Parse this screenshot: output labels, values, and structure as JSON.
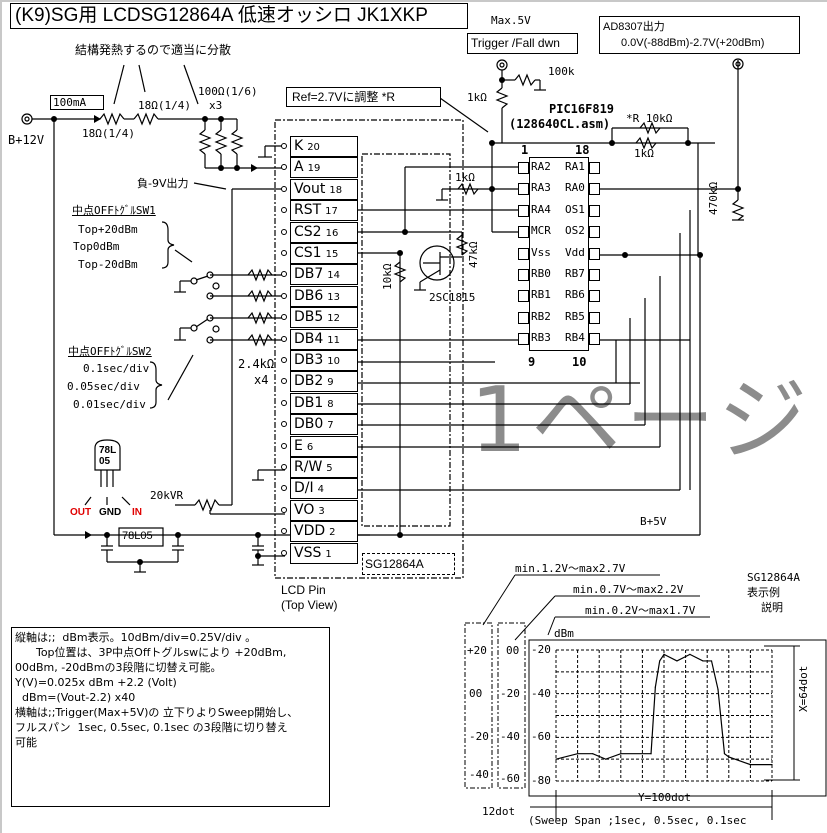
{
  "title": "(K9)SG用  LCDSG12864A 低速オッシロ  JK1XKP",
  "power": {
    "supply_label": "B+12V",
    "current_label": "100mA",
    "heat_note": "結構発熱するので適当に分散",
    "r1_label": "18Ω(1/4)",
    "r2_label": "18Ω(1/4)",
    "r3_label": "100Ω(1/6)",
    "r3_count": "x3",
    "neg_output": "負-9V出力",
    "b5v_label": "B+5V",
    "regulator": "78L05"
  },
  "trigger": {
    "max_label": "Max.5V",
    "box_label": "Trigger /Fall dwn",
    "r_pull": "100k",
    "r_series": "1kΩ"
  },
  "ad8307": {
    "line1": "AD8307出力",
    "line2": "0.0V(-88dBm)-2.7V(+20dBm)",
    "r_load": "470kΩ"
  },
  "ref_note": "Ref=2.7Vに調整 *R",
  "pic": {
    "name": "PIC16F819",
    "asm": "(128640CL.asm)",
    "pin_first": "1",
    "pin_last": "18",
    "pin_9": "9",
    "pin_10": "10",
    "left_pins": [
      "RA2",
      "RA3",
      "RA4",
      "MCR",
      "Vss",
      "RB0",
      "RB1",
      "RB2",
      "RB3"
    ],
    "right_pins": [
      "RA1",
      "RA0",
      "OS1",
      "OS2",
      "Vdd",
      "RB7",
      "RB6",
      "RB5",
      "RB4"
    ],
    "r_star": "*R 10kΩ",
    "r_fixed": "1kΩ",
    "r_ra3": "1kΩ"
  },
  "transistor": {
    "name": "2SC1815",
    "r_base": "10kΩ",
    "r_col": "47kΩ"
  },
  "sw1": {
    "title": "中点OFFﾄｸﾞﾙSW1",
    "options": [
      "Top+20dBm",
      "Top0dBm",
      "Top-20dBm"
    ]
  },
  "sw2": {
    "title": "中点OFFﾄｸﾞﾙSW2",
    "options": [
      "0.1sec/div",
      "0.05sec/div",
      "0.01sec/div"
    ],
    "r_label": "2.4kΩ",
    "r_count": "x4"
  },
  "vr": "20kVR",
  "reg_pkg": {
    "line1": "78L",
    "line2": "05",
    "out": "OUT",
    "gnd": "GND",
    "in": "IN"
  },
  "lcd": {
    "module": "SG12864A",
    "caption1": "LCD Pin",
    "caption2": "(Top View)",
    "pins": [
      {
        "name": "K",
        "num": "20"
      },
      {
        "name": "A",
        "num": "19"
      },
      {
        "name": "Vout",
        "num": "18"
      },
      {
        "name": "RST",
        "num": "17"
      },
      {
        "name": "CS2",
        "num": "16"
      },
      {
        "name": "CS1",
        "num": "15"
      },
      {
        "name": "DB7",
        "num": "14"
      },
      {
        "name": "DB6",
        "num": "13"
      },
      {
        "name": "DB5",
        "num": "12"
      },
      {
        "name": "DB4",
        "num": "11"
      },
      {
        "name": "DB3",
        "num": "10"
      },
      {
        "name": "DB2",
        "num": "9"
      },
      {
        "name": "DB1",
        "num": "8"
      },
      {
        "name": "DB0",
        "num": "7"
      },
      {
        "name": "E",
        "num": "6"
      },
      {
        "name": "R/W",
        "num": "5"
      },
      {
        "name": "D/I",
        "num": "4"
      },
      {
        "name": "VO",
        "num": "3"
      },
      {
        "name": "VDD",
        "num": "2"
      },
      {
        "name": "VSS",
        "num": "1"
      }
    ]
  },
  "notes": [
    "縦軸は;;  dBm表示。10dBm/div=0.25V/div 。",
    "      Top位置は、3P中点Offトグルswにより +20dBm,",
    "00dBm, -20dBmの3段階に切替え可能。",
    "",
    "Y(V)=0.025x dBm +2.2 (Volt)",
    "  dBm=(Vout-2.2) x40",
    "",
    "横軸は;;Trigger(Max+5V)の 立下りよりSweep開始し、",
    "フルスパン  1sec, 0.5sec, 0.1sec の3段階に切り替え",
    "可能"
  ],
  "watermark": "1ページ",
  "display_example": {
    "title": [
      "SG12864A",
      "表示例",
      "説明"
    ],
    "range_notes": [
      "min.1.2V～max2.7V",
      "min.0.7V～max2.2V",
      "min.0.2V～max1.7V"
    ],
    "scale_a": [
      "+20",
      "00",
      "-20",
      "-40"
    ],
    "scale_b": [
      "00",
      "-20",
      "-40",
      "-60"
    ],
    "x_dim": "X=64dot",
    "y_dim": "Y=100dot",
    "left_dim": "12dot",
    "sweep": "(Sweep Span ;1sec, 0.5sec, 0.1sec"
  },
  "chart_data": {
    "type": "line",
    "title": "",
    "ylabel": "dBm",
    "xlabel": "",
    "ylim": [
      -80,
      -20
    ],
    "xlim": [
      0,
      10
    ],
    "yticks": [
      -20,
      -40,
      -60,
      -80
    ],
    "ytick_labels": [
      "-20",
      "-40",
      "-60",
      "-80"
    ],
    "grid": true,
    "x": [
      0,
      1,
      1.7,
      2.3,
      3,
      4.4,
      4.6,
      4.8,
      5,
      5.6,
      6.2,
      6.8,
      7.2,
      7.5,
      7.8,
      8,
      9,
      10
    ],
    "values": [
      -70,
      -67.5,
      -67.5,
      -70,
      -67.5,
      -67.5,
      -37,
      -25,
      -22,
      -25,
      -22,
      -25,
      -25,
      -38,
      -67.5,
      -69,
      -72.5,
      -72.5
    ]
  }
}
